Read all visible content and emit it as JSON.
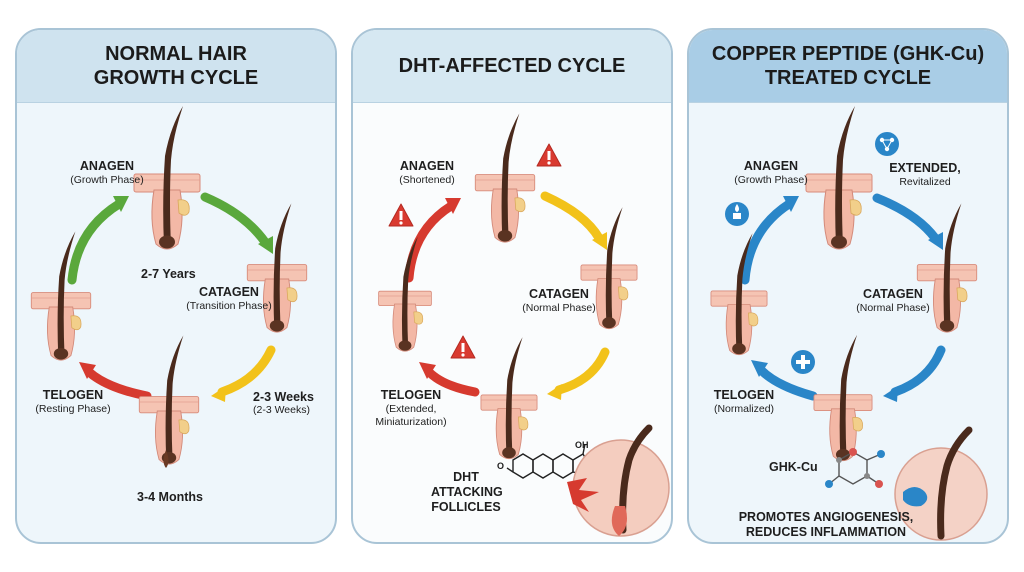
{
  "panels": [
    {
      "title_line1": "NORMAL HAIR",
      "title_line2": "GROWTH CYCLE",
      "anagen": {
        "name": "ANAGEN",
        "note": "(Growth Phase)"
      },
      "catagen": {
        "name": "CATAGEN",
        "note": "(Transition Phase)"
      },
      "telogen": {
        "name": "TELOGEN",
        "note": "(Resting Phase)"
      },
      "dur_anagen": "2-7 Years",
      "dur_catagen": "2-3 Weeks",
      "dur_catagen_note": "(2-3 Weeks)",
      "dur_telogen": "3-4 Months"
    },
    {
      "title_line1": "DHT-AFFECTED CYCLE",
      "anagen": {
        "name": "ANAGEN",
        "note": "(Shortened)"
      },
      "catagen": {
        "name": "CATAGEN",
        "note": "(Normal Phase)"
      },
      "telogen": {
        "name": "TELOGEN",
        "note_line1": "(Extended,",
        "note_line2": "Miniaturization)"
      },
      "dht_line1": "DHT",
      "dht_line2": "ATTACKING",
      "dht_line3": "FOLLICLES",
      "oh_label": "OH",
      "o_label": "O"
    },
    {
      "title_line1": "COPPER PEPTIDE (GHK-Cu)",
      "title_line2": "TREATED CYCLE",
      "anagen": {
        "name": "ANAGEN",
        "note": "(Growth Phase)"
      },
      "extended_line1": "EXTENDED,",
      "extended_line2": "Revitalized",
      "catagen": {
        "name": "CATAGEN",
        "note": "(Normal Phase)"
      },
      "telogen": {
        "name": "TELOGEN",
        "note": "(Normalized)"
      },
      "ghk_label": "GHK-Cu",
      "promo_line1": "PROMOTES ANGIOGENESIS,",
      "promo_line2": "REDUCES INFLAMMATION"
    }
  ],
  "colors": {
    "green": "#5aa83c",
    "red": "#d63a2f",
    "yellow": "#f2c21a",
    "blue": "#2a86c8",
    "hair": "#4a2a1c",
    "skin": "#f4c2b0",
    "dermis": "#e8a293",
    "warning": "#d93a30"
  },
  "icons": [
    "hair-follicle-icon",
    "warning-icon",
    "dht-molecule-icon",
    "ghk-cu-molecule-icon",
    "dropper-icon",
    "plus-icon",
    "network-icon"
  ]
}
